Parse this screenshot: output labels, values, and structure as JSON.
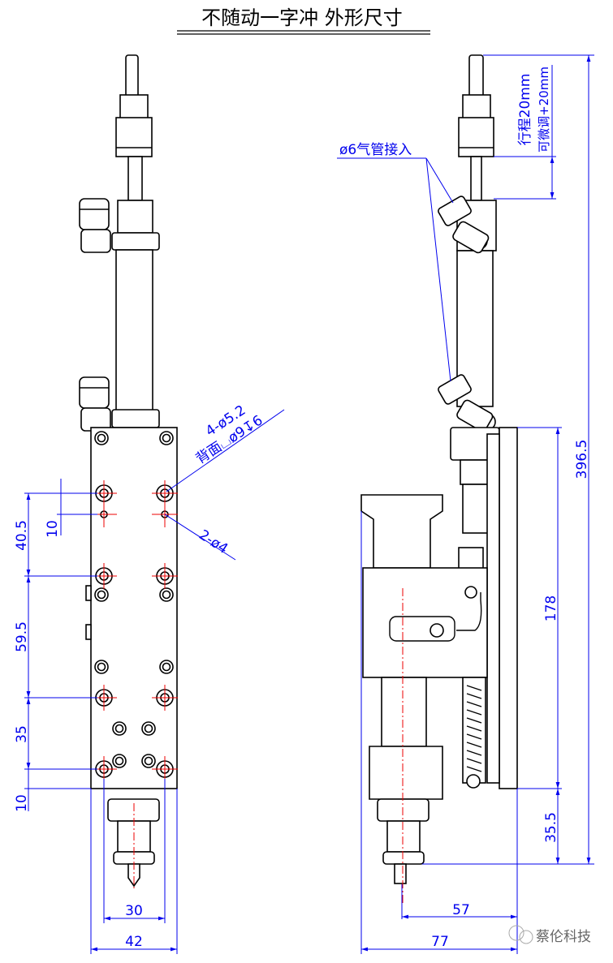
{
  "title": "不随动一字冲  外形尺寸",
  "front_view": {
    "dims": {
      "d40_5": "40.5",
      "d59_5": "59.5",
      "d35": "35",
      "d10_bottom": "10",
      "d10_hole": "10",
      "d30": "30",
      "d42": "42"
    },
    "callouts": {
      "holes_main": "4-ø5.2",
      "holes_counterbore": "背面⌴ø9↧6",
      "holes_small": "2-ø4"
    }
  },
  "side_view": {
    "dims": {
      "total": "396.5",
      "plate": "178",
      "bottom": "35.5",
      "d57": "57",
      "d77": "77"
    },
    "callouts": {
      "air_inlet": "ø6气管接入",
      "stroke": "行程20mm",
      "fine_adjust": "可微调+20mm"
    }
  },
  "watermark": "蔡伦科技",
  "colors": {
    "dimension": "#0000ee",
    "centerline": "#ee0000",
    "outline": "#000000"
  }
}
